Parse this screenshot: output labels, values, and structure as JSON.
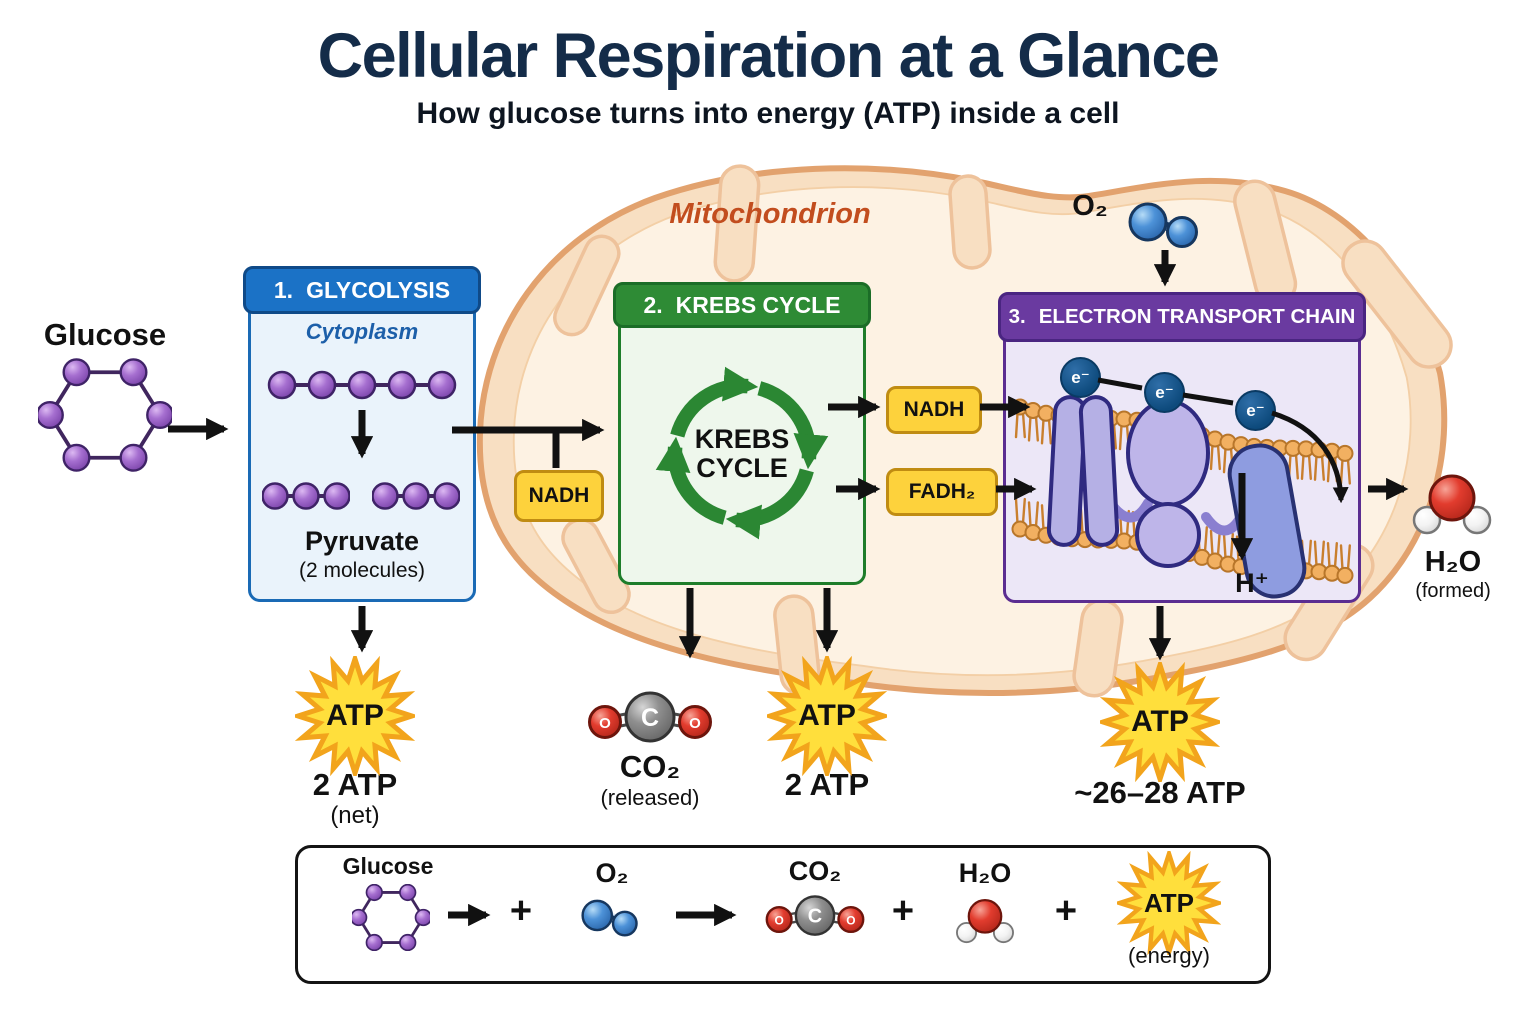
{
  "title": "Cellular Respiration at a Glance",
  "subtitle": "How glucose turns into energy (ATP) inside a cell",
  "glucose_label": "Glucose",
  "mitochondrion_label": "Mitochondrion",
  "glycolysis": {
    "number": "1.",
    "name": "GLYCOLYSIS",
    "location": "Cytoplasm",
    "product": "Pyruvate",
    "product_note": "(2 molecules)",
    "atp_badge": "ATP",
    "atp_amount": "2 ATP",
    "atp_note": "(net)"
  },
  "krebs": {
    "number": "2.",
    "name": "KREBS CYCLE",
    "center_top": "KREBS",
    "center_bottom": "CYCLE",
    "input_badge": "NADH",
    "output_nadh": "NADH",
    "output_fadh2": "FADH₂",
    "co2_label": "CO₂",
    "co2_note": "(released)",
    "atp_badge": "ATP",
    "atp_amount": "2 ATP"
  },
  "etc": {
    "number": "3.",
    "name": "ELECTRON TRANSPORT CHAIN",
    "o2_label": "O₂",
    "electron_label": "e⁻",
    "h_plus_label": "H⁺",
    "h2o_label": "H₂O",
    "h2o_note": "(formed)",
    "atp_badge": "ATP",
    "atp_amount": "~26–28 ATP"
  },
  "equation": {
    "glucose": "Glucose",
    "o2": "O₂",
    "co2": "CO₂",
    "h2o": "H₂O",
    "plus": "+",
    "atp": "ATP",
    "energy_note": "(energy)"
  },
  "molecules": {
    "carbon_letter": "C",
    "oxygen_letter": "O"
  },
  "colors": {
    "glycolysis_blue": "#1b72c6",
    "krebs_green": "#2e8b35",
    "etc_purple": "#6a3aa0",
    "badge_yellow": "#fdd23c",
    "atp_star_yellow": "#ffdf3c",
    "atp_star_orange": "#f2a41c",
    "mitochondrion_peach": "#f8dfc2",
    "title_navy": "#142c49",
    "mitochondrion_label_orange": "#c24d1e"
  }
}
